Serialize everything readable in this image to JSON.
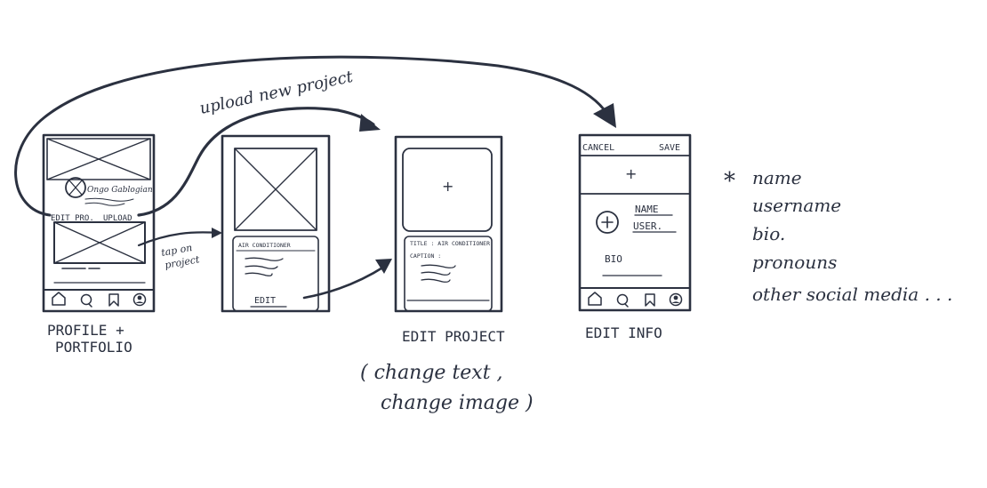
{
  "flow": {
    "upload_label": "upload new project",
    "tap_label_line1": "tap on",
    "tap_label_line2": "project"
  },
  "screens": {
    "profile": {
      "user_name": "Ongo Gablogian",
      "edit_button": "EDIT PRO.",
      "upload_button": "UPLOAD",
      "caption_line1": "PROFILE +",
      "caption_line2": "PORTFOLIO"
    },
    "project": {
      "card_title": "AIR CONDITIONER",
      "edit_button": "EDIT"
    },
    "edit_project": {
      "add_symbol": "+",
      "title_field": "TITLE : AIR CONDITIONER",
      "caption_field": "CAPTION :",
      "caption_line1": "EDIT PROJECT",
      "note_line1": "( change text ,",
      "note_line2": "change image )"
    },
    "edit_info": {
      "cancel_button": "CANCEL",
      "save_button": "SAVE",
      "add_symbol": "+",
      "name_field": "NAME",
      "user_field": "USER.",
      "bio_field": "BIO",
      "caption_line1": "EDIT  INFO"
    }
  },
  "fields_note": {
    "marker": "*",
    "items": [
      "name",
      "username",
      "bio.",
      "pronouns",
      "other social media . . ."
    ]
  }
}
